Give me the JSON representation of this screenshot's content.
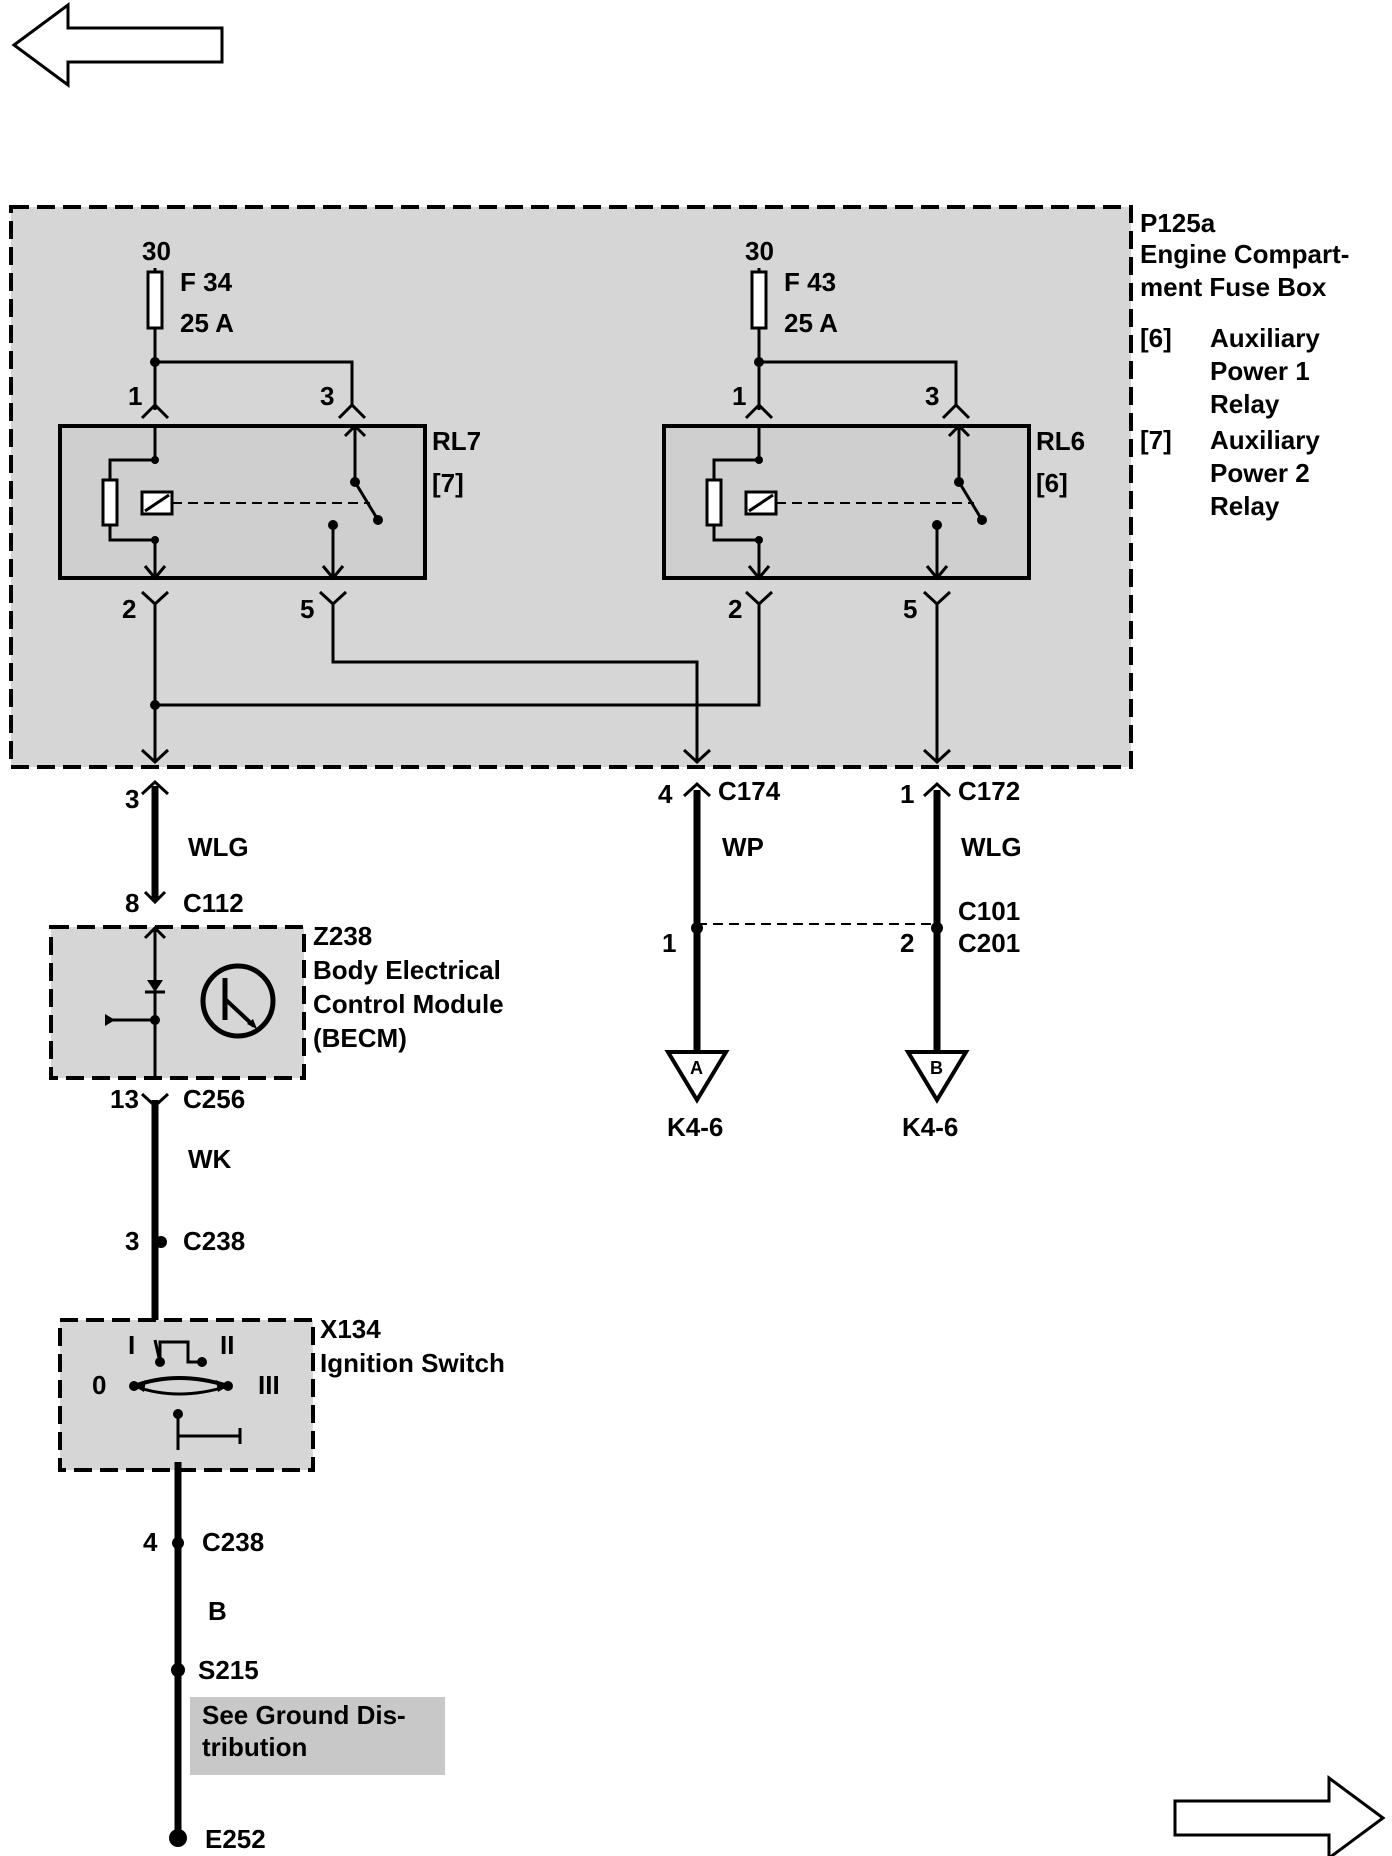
{
  "nav": {
    "back_arrow": "left-arrow",
    "forward_arrow": "right-arrow"
  },
  "fuse_box": {
    "code": "P125a",
    "name_line1": "Engine Compart-",
    "name_line2": "ment Fuse Box",
    "legend": [
      {
        "ref": "[6]",
        "line1": "Auxiliary",
        "line2": "Power 1",
        "line3": "Relay"
      },
      {
        "ref": "[7]",
        "line1": "Auxiliary",
        "line2": "Power 2",
        "line3": "Relay"
      }
    ]
  },
  "fuses": [
    {
      "supply": "30",
      "name": "F 34",
      "rating": "25 A"
    },
    {
      "supply": "30",
      "name": "F 43",
      "rating": "25 A"
    }
  ],
  "relays": [
    {
      "name": "RL7",
      "ref": "[7]",
      "pin_in": "1",
      "pin_switch": "3",
      "pin_coil": "2",
      "pin_out": "5"
    },
    {
      "name": "RL6",
      "ref": "[6]",
      "pin_in": "1",
      "pin_switch": "3",
      "pin_coil": "2",
      "pin_out": "5"
    }
  ],
  "left_branch": {
    "pin_top": "3",
    "wire1": "WLG",
    "pin_c112": "8",
    "connector_c112": "C112",
    "module_code": "Z238",
    "module_line1": "Body Electrical",
    "module_line2": "Control Module",
    "module_line3": "(BECM)",
    "pin_c256": "13",
    "connector_c256": "C256",
    "wire2": "WK",
    "pin_c238a": "3",
    "connector_c238a": "C238",
    "switch_code": "X134",
    "switch_name": "Ignition Switch",
    "switch_positions": [
      "I",
      "II",
      "0",
      "III"
    ],
    "pin_c238b": "4",
    "connector_c238b": "C238",
    "wire3": "B",
    "splice": "S215",
    "note_line1": "See Ground Dis-",
    "note_line2": "tribution",
    "ground": "E252"
  },
  "middle_branch": {
    "pin": "4",
    "connector": "C174",
    "wire": "WP",
    "pin_lower": "1",
    "target_label": "A",
    "target_ref": "K4-6"
  },
  "right_branch": {
    "pin": "1",
    "connector": "C172",
    "wire": "WLG",
    "connector_c101": "C101",
    "pin_lower": "2",
    "connector_c201": "C201",
    "target_label": "B",
    "target_ref": "K4-6"
  }
}
